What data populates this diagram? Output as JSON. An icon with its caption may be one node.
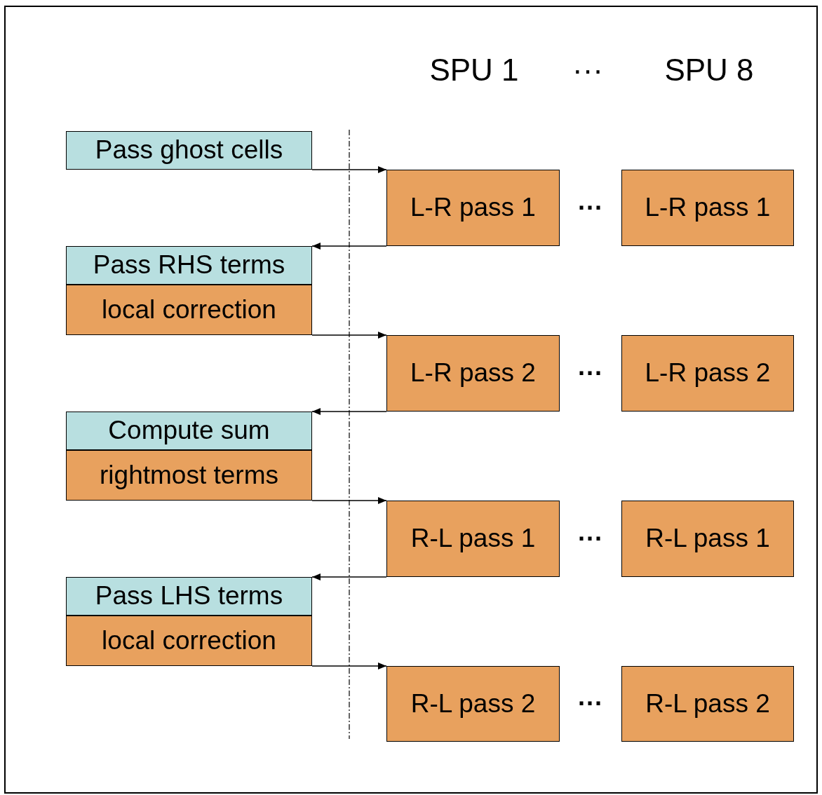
{
  "diagram": {
    "nodes": [
      {
        "text": [
          "Pass ghost cells"
        ]
      },
      {
        "text": [
          "L-R pass 1"
        ]
      },
      {
        "text": [
          "L-R pass 1"
        ]
      },
      {
        "text": [
          "Pass RHS terms"
        ]
      },
      {
        "text": [
          "local correction"
        ]
      },
      {
        "text": [
          "L-R pass 2"
        ]
      },
      {
        "text": [
          "L-R pass 2"
        ]
      },
      {
        "text": [
          "Compute sum"
        ]
      },
      {
        "text": [
          "rightmost terms"
        ]
      },
      {
        "text": [
          "R-L pass 1"
        ]
      },
      {
        "text": [
          "R-L pass 1"
        ]
      },
      {
        "text": [
          "Pass LHS terms"
        ]
      },
      {
        "text": [
          "local correction"
        ]
      },
      {
        "text": [
          "R-L pass 2"
        ]
      },
      {
        "text": [
          "R-L pass 2"
        ]
      }
    ],
    "edges": [
      {
        "from": 0,
        "to": 1,
        "arrow": "to"
      },
      {
        "from": 1,
        "to": 3,
        "arrow": "to"
      },
      {
        "from": 4,
        "to": 5,
        "arrow": "to"
      },
      {
        "from": 5,
        "to": 7,
        "arrow": "to"
      },
      {
        "from": 8,
        "to": 9,
        "arrow": "to"
      },
      {
        "from": 9,
        "to": 11,
        "arrow": "to"
      },
      {
        "from": 12,
        "to": 13,
        "arrow": "to"
      }
    ],
    "labels": [
      "SPU 1",
      "···",
      "SPU 8",
      "···",
      "···",
      "···",
      "···"
    ]
  }
}
